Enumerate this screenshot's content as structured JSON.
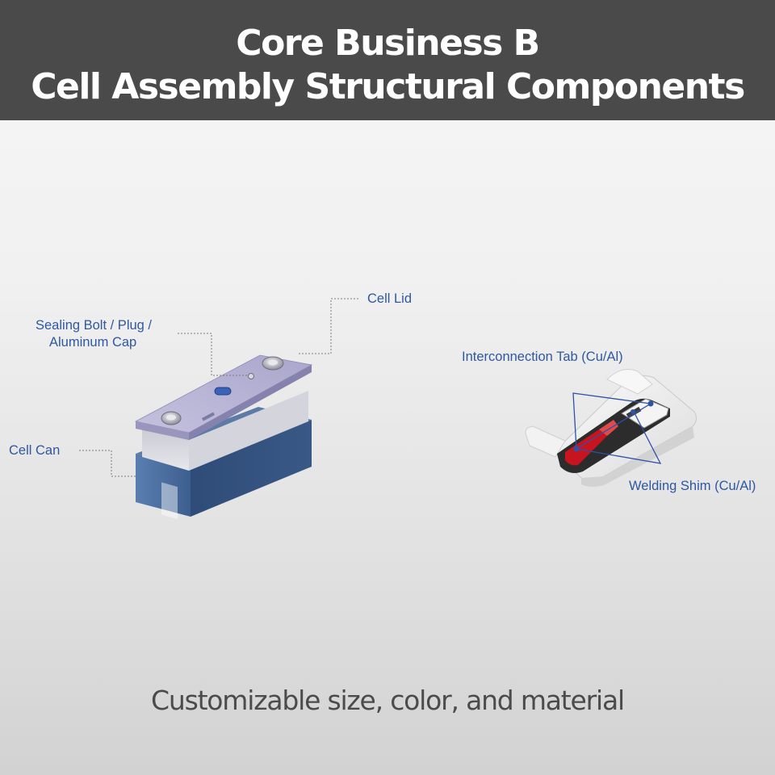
{
  "header": {
    "title_line1": "Core Business B",
    "title_line2": "Cell Assembly Structural Components"
  },
  "labels": {
    "cell_lid": "Cell Lid",
    "sealing_bolt_line1": "Sealing Bolt / Plug /",
    "sealing_bolt_line2": "Aluminum Cap",
    "cell_can": "Cell Can",
    "interconnection_tab": "Interconnection Tab (Cu/Al)",
    "welding_shim": "Welding Shim (Cu/Al)"
  },
  "footer": {
    "caption": "Customizable size, color, and material"
  },
  "colors": {
    "header_bg": "#4a4a4a",
    "label_text": "#2f58a0",
    "can_blue": "#3d5f8f",
    "lid_lavender": "#b9b6d6",
    "highlight_red": "#c8141e",
    "leader_line": "#7d7d7d"
  }
}
